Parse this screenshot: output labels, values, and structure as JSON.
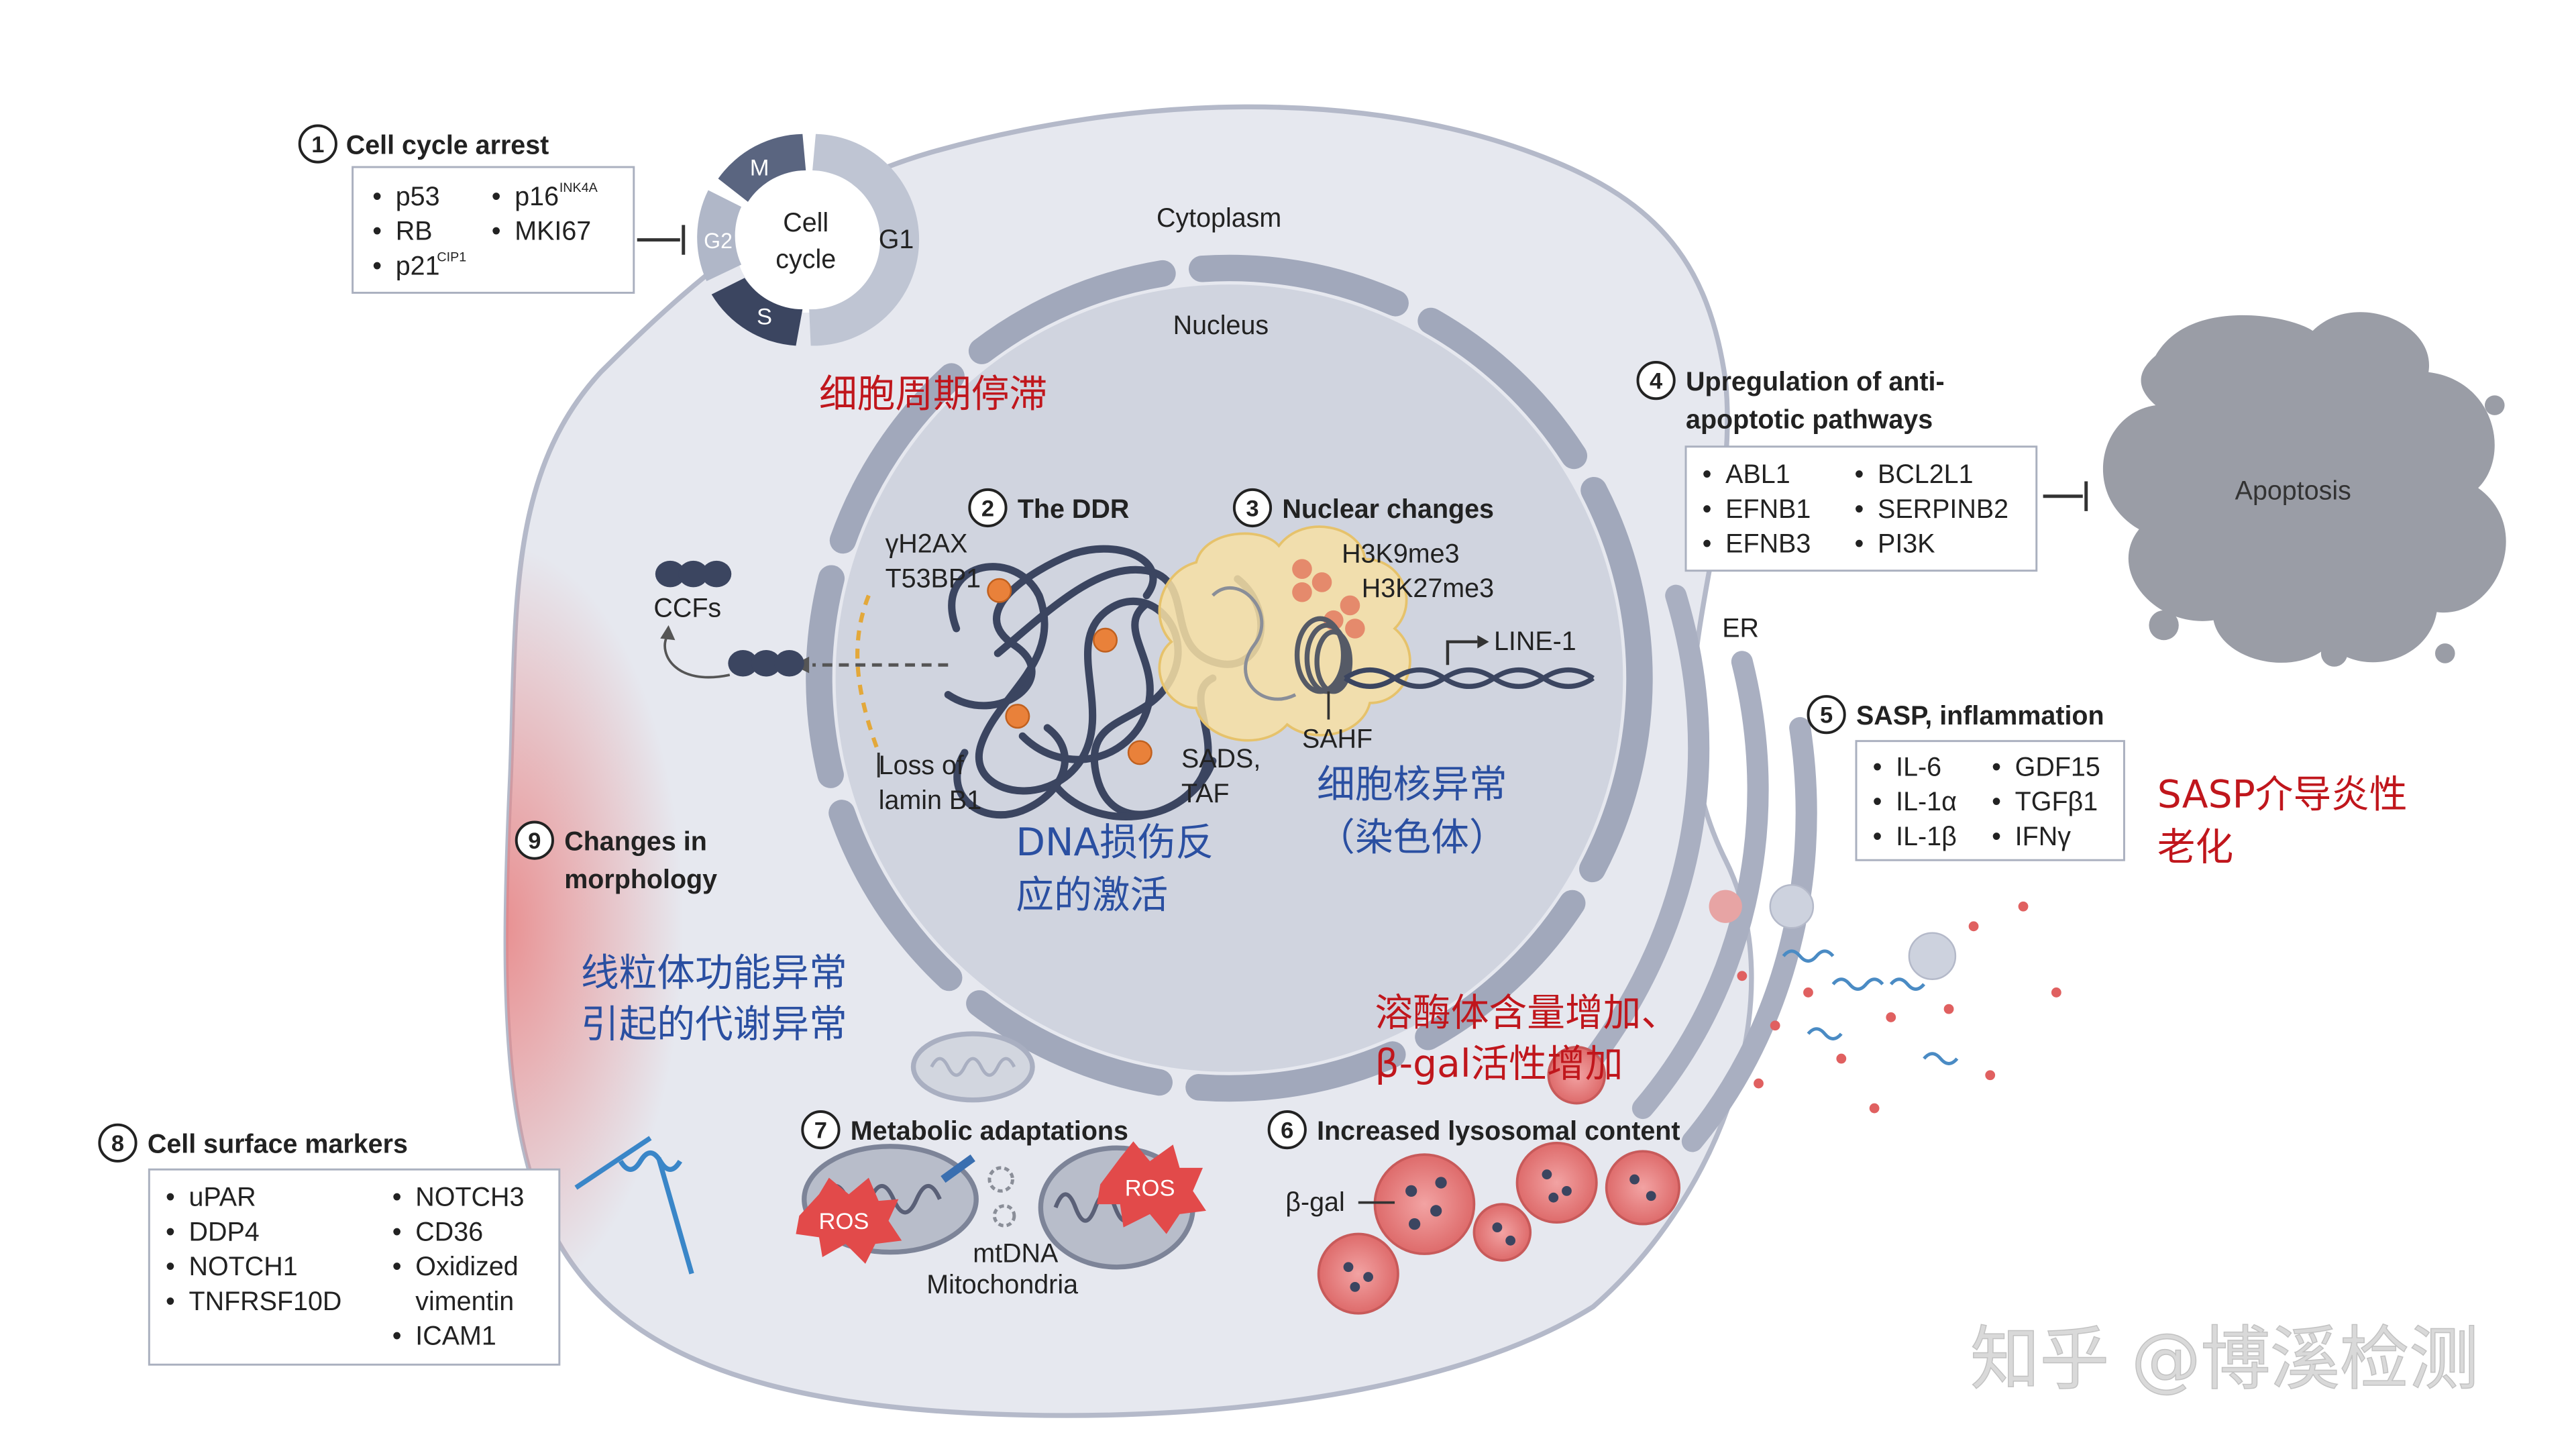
{
  "colors": {
    "cell_fill": "#e6e8ef",
    "cell_stroke": "#b4b9c9",
    "nucleus_fill": "#cfd3de",
    "membrane": "#9aa1b5",
    "dark_navy": "#3b4560",
    "orange": "#e9813a",
    "lysosome": "#e57a7a",
    "red_text": "#c0161c",
    "blue_text": "#2a4fa1",
    "apoptosis": "#9a9da6"
  },
  "compartments": {
    "cytoplasm": "Cytoplasm",
    "nucleus": "Nucleus",
    "er": "ER",
    "apoptosis": "Apoptosis"
  },
  "cell_cycle": {
    "center_line1": "Cell",
    "center_line2": "cycle",
    "phase_m": "M",
    "phase_g1": "G1",
    "phase_g2": "G2",
    "phase_s": "S"
  },
  "hallmarks": {
    "h1": {
      "num": "1",
      "title": "Cell cycle arrest",
      "col1": [
        "p53",
        "RB",
        "p21"
      ],
      "col2": [
        "p16",
        "MKI67"
      ],
      "sup_p21": "CIP1",
      "sup_p16": "INK4A"
    },
    "h2": {
      "num": "2",
      "title": "The DDR",
      "markers": [
        "γH2AX",
        "T53BP1"
      ]
    },
    "h3": {
      "num": "3",
      "title": "Nuclear changes",
      "marks": [
        "H3K9me3",
        "H3K27me3"
      ],
      "line1": "LINE-1",
      "sahf": "SAHF"
    },
    "h4": {
      "num": "4",
      "title_line1": "Upregulation of anti-",
      "title_line2": "apoptotic pathways",
      "col1": [
        "ABL1",
        "EFNB1",
        "EFNB3"
      ],
      "col2": [
        "BCL2L1",
        "SERPINB2",
        "PI3K"
      ]
    },
    "h5": {
      "num": "5",
      "title": "SASP, inflammation",
      "col1": [
        "IL-6",
        "IL-1α",
        "IL-1β"
      ],
      "col2": [
        "GDF15",
        "TGFβ1",
        "IFNγ"
      ]
    },
    "h6": {
      "num": "6",
      "title": "Increased lysosomal content",
      "bgal": "β-gal"
    },
    "h7": {
      "num": "7",
      "title": "Metabolic adaptations",
      "ros": "ROS",
      "mtdna": "mtDNA",
      "mito": "Mitochondria"
    },
    "h8": {
      "num": "8",
      "title": "Cell surface markers",
      "col1": [
        "uPAR",
        "DDP4",
        "NOTCH1",
        "TNFRSF10D"
      ],
      "col2": [
        "NOTCH3",
        "CD36",
        "Oxidized",
        "vimentin",
        "ICAM1"
      ]
    },
    "h9": {
      "num": "9",
      "title_line1": "Changes in",
      "title_line2": "morphology"
    }
  },
  "labels": {
    "ccfs": "CCFs",
    "loss_line1": "Loss of",
    "loss_line2": "lamin B1",
    "sads_line1": "SADS,",
    "sads_line2": "TAF"
  },
  "annotations": {
    "cell_cycle_cn": "细胞周期停滞",
    "ddr_cn_line1": "DNA损伤反",
    "ddr_cn_line2": "应的激活",
    "nuclear_cn_line1": "细胞核异常",
    "nuclear_cn_line2": "（染色体）",
    "sasp_cn_line1": "SASP介导炎性",
    "sasp_cn_line2": "老化",
    "lyso_cn_line1": "溶酶体含量增加、",
    "lyso_cn_line2": "β-gal活性增加",
    "mito_cn_line1": "线粒体功能异常",
    "mito_cn_line2": "引起的代谢异常"
  },
  "watermark": "知乎 @博溪检测"
}
